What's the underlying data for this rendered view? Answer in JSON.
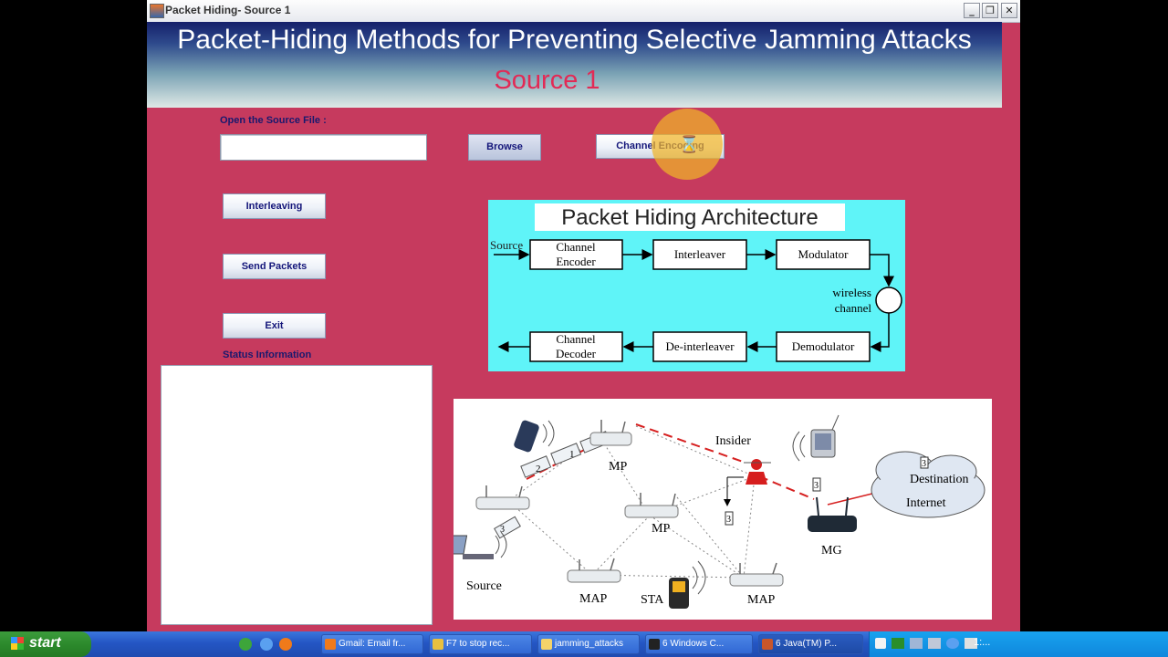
{
  "window": {
    "title": "Packet Hiding- Source 1",
    "controls": {
      "minimize": "_",
      "maximize": "❐",
      "close": "✕"
    }
  },
  "header": {
    "title": "Packet-Hiding Methods for Preventing Selective Jamming Attacks",
    "subtitle": "Source 1"
  },
  "form": {
    "open_label": "Open the Source File :",
    "file_value": "",
    "browse": "Browse",
    "channel_encoding": "Channel Encoding",
    "interleaving": "Interleaving",
    "send_packets": "Send Packets",
    "exit": "Exit",
    "status_label": "Status Information",
    "status_text": ""
  },
  "architecture": {
    "title": "Packet Hiding Architecture",
    "source": "Source",
    "channel_encoder": [
      "Channel",
      "Encoder"
    ],
    "interleaver": "Interleaver",
    "modulator": "Modulator",
    "wireless_channel": [
      "wireless",
      "channel"
    ],
    "demodulator": "Demodulator",
    "deinterleaver": "De-interleaver",
    "channel_decoder": [
      "Channel",
      "Decoder"
    ]
  },
  "network": {
    "insider": "Insider",
    "destination": "Destination",
    "internet": "Internet",
    "mp1": "MP",
    "mp2": "MP",
    "mg": "MG",
    "source": "Source",
    "map1": "MAP",
    "sta": "STA",
    "map2": "MAP",
    "pkt_1": "1",
    "pkt_2": "2",
    "pkt_3a": "3",
    "pkt_3b": "3",
    "pkt_3c": "3",
    "pkt_3d": "3"
  },
  "cursor": {
    "icon": "hourglass-icon",
    "glyph": "⌛"
  },
  "taskbar": {
    "start": "start",
    "items": [
      "Gmail: Email fr...",
      "F7 to stop rec...",
      "jamming_attacks",
      "6 Windows C...",
      "6 Java(TM) P..."
    ],
    "clock": "1:..."
  },
  "colors": {
    "window_bg": "#c63a5e",
    "header_gradient_top": "#15206a",
    "subtitle": "#e22a55",
    "arch_panel": "#5ff4f8",
    "button_text": "#14167a",
    "jam_line": "#d62020"
  }
}
